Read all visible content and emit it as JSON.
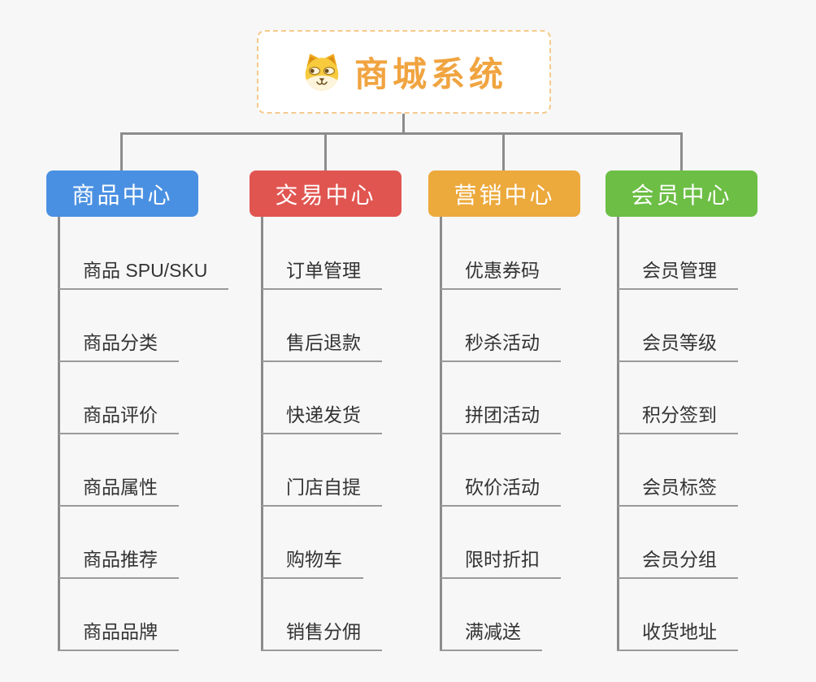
{
  "canvas": {
    "background": "#f7f7f7",
    "connector_color": "#8c8c8c",
    "underline_color": "#9a9a9a"
  },
  "root": {
    "title": "商城系统",
    "icon": "dog-face-icon",
    "text_color": "#f0a440",
    "border_color": "#f4ca8b",
    "background": "#ffffff"
  },
  "branches": [
    {
      "label": "商品中心",
      "color": "#4a90e2",
      "items": [
        "商品 SPU/SKU",
        "商品分类",
        "商品评价",
        "商品属性",
        "商品推荐",
        "商品品牌"
      ]
    },
    {
      "label": "交易中心",
      "color": "#e15551",
      "items": [
        "订单管理",
        "售后退款",
        "快递发货",
        "门店自提",
        "购物车",
        "销售分佣"
      ]
    },
    {
      "label": "营销中心",
      "color": "#eca93c",
      "items": [
        "优惠券码",
        "秒杀活动",
        "拼团活动",
        "砍价活动",
        "限时折扣",
        "满减送"
      ]
    },
    {
      "label": "会员中心",
      "color": "#6cbe45",
      "items": [
        "会员管理",
        "会员等级",
        "积分签到",
        "会员标签",
        "会员分组",
        "收货地址"
      ]
    }
  ]
}
